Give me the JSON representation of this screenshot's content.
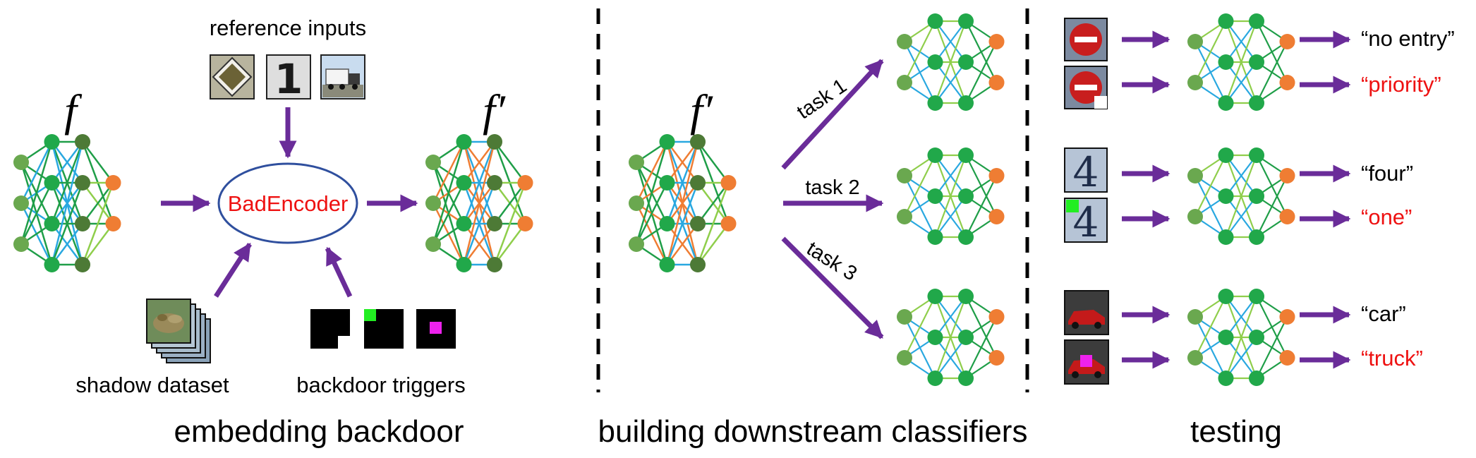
{
  "embed": {
    "f_label": "f",
    "fprime_label": "f′",
    "reference_inputs_label": "reference inputs",
    "badencoder_label": "BadEncoder",
    "shadow_dataset_label": "shadow dataset",
    "backdoor_triggers_label": "backdoor triggers",
    "section_label": "embedding backdoor"
  },
  "downstream": {
    "fprime_label": "f′",
    "tasks": [
      "task 1",
      "task 2",
      "task 3"
    ],
    "section_label": "building downstream classifiers"
  },
  "testing": {
    "section_label": "testing",
    "outputs": [
      {
        "text": "“no entry”",
        "backdoored": false
      },
      {
        "text": "“priority”",
        "backdoored": true
      },
      {
        "text": "“four”",
        "backdoored": false
      },
      {
        "text": "“one”",
        "backdoored": true
      },
      {
        "text": "“car”",
        "backdoored": false
      },
      {
        "text": "“truck”",
        "backdoored": true
      }
    ]
  },
  "colors": {
    "arrow_purple": "#6a2c99",
    "node_green": "#21a84a",
    "node_dark_green": "#4d7a36",
    "node_light_green": "#6aa84f",
    "node_orange": "#ef7d33",
    "edge_green": "#1f9e48",
    "edge_light_green": "#8fce4b",
    "edge_blue": "#29a8e0",
    "edge_orange": "#ef7d33",
    "ellipse_blue": "#2f4f9e",
    "backdoor_red": "#ee1111",
    "trigger_green": "#22ee22",
    "trigger_magenta": "#ee22ee"
  },
  "icons": [
    "priority-road-sign-icon",
    "digit-one-icon",
    "truck-icon",
    "no-entry-sign-icon",
    "digit-four-icon",
    "car-icon",
    "frog-icon"
  ]
}
